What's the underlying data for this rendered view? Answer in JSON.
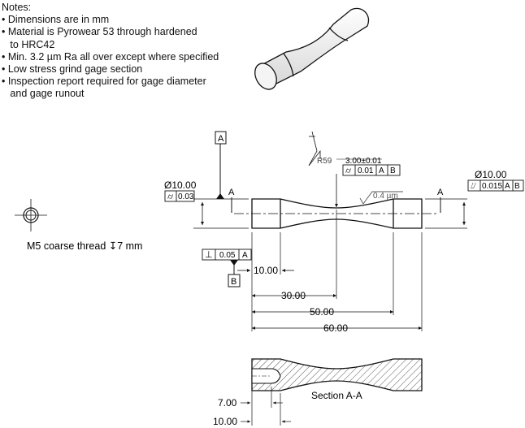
{
  "notes": {
    "title": "Notes:",
    "items": [
      "• Dimensions are in mm",
      "• Material is Pyrowear 53 through hardened",
      "   to HRC42",
      "• Min. 3.2 µm Ra all over except where specified",
      "• Low stress grind gage section",
      "• Inspection report required for gage diameter",
      "   and gage runout"
    ]
  },
  "datum_a": {
    "letter": "A"
  },
  "datum_b": {
    "letter": "B"
  },
  "section_mark": "A",
  "left_end": {
    "diameter": "Ø10.00",
    "fcf": {
      "symbol": "⌭",
      "tolerance": "0.03"
    }
  },
  "right_end": {
    "diameter": "Ø10.00",
    "fcf": {
      "symbol": "⌰",
      "tolerance": "0.015",
      "datums": [
        "A",
        "B"
      ]
    }
  },
  "gage": {
    "radius": "R59",
    "diameter": "3.00±0.01",
    "fcf": {
      "symbol": "⌭",
      "tolerance": "0.01",
      "datums": [
        "A",
        "B"
      ]
    },
    "finish": "0.4 µm"
  },
  "perpendicularity": {
    "symbol": "⊥",
    "tolerance": "0.05",
    "datum": "A"
  },
  "dims": {
    "d10": "10.00",
    "d30": "30.00",
    "d50": "50.00",
    "d60": "60.00",
    "s7": "7.00",
    "s10": "10.00"
  },
  "thread": {
    "label": "M5 coarse thread ↧7 mm"
  },
  "section": {
    "label": "Section A-A"
  }
}
